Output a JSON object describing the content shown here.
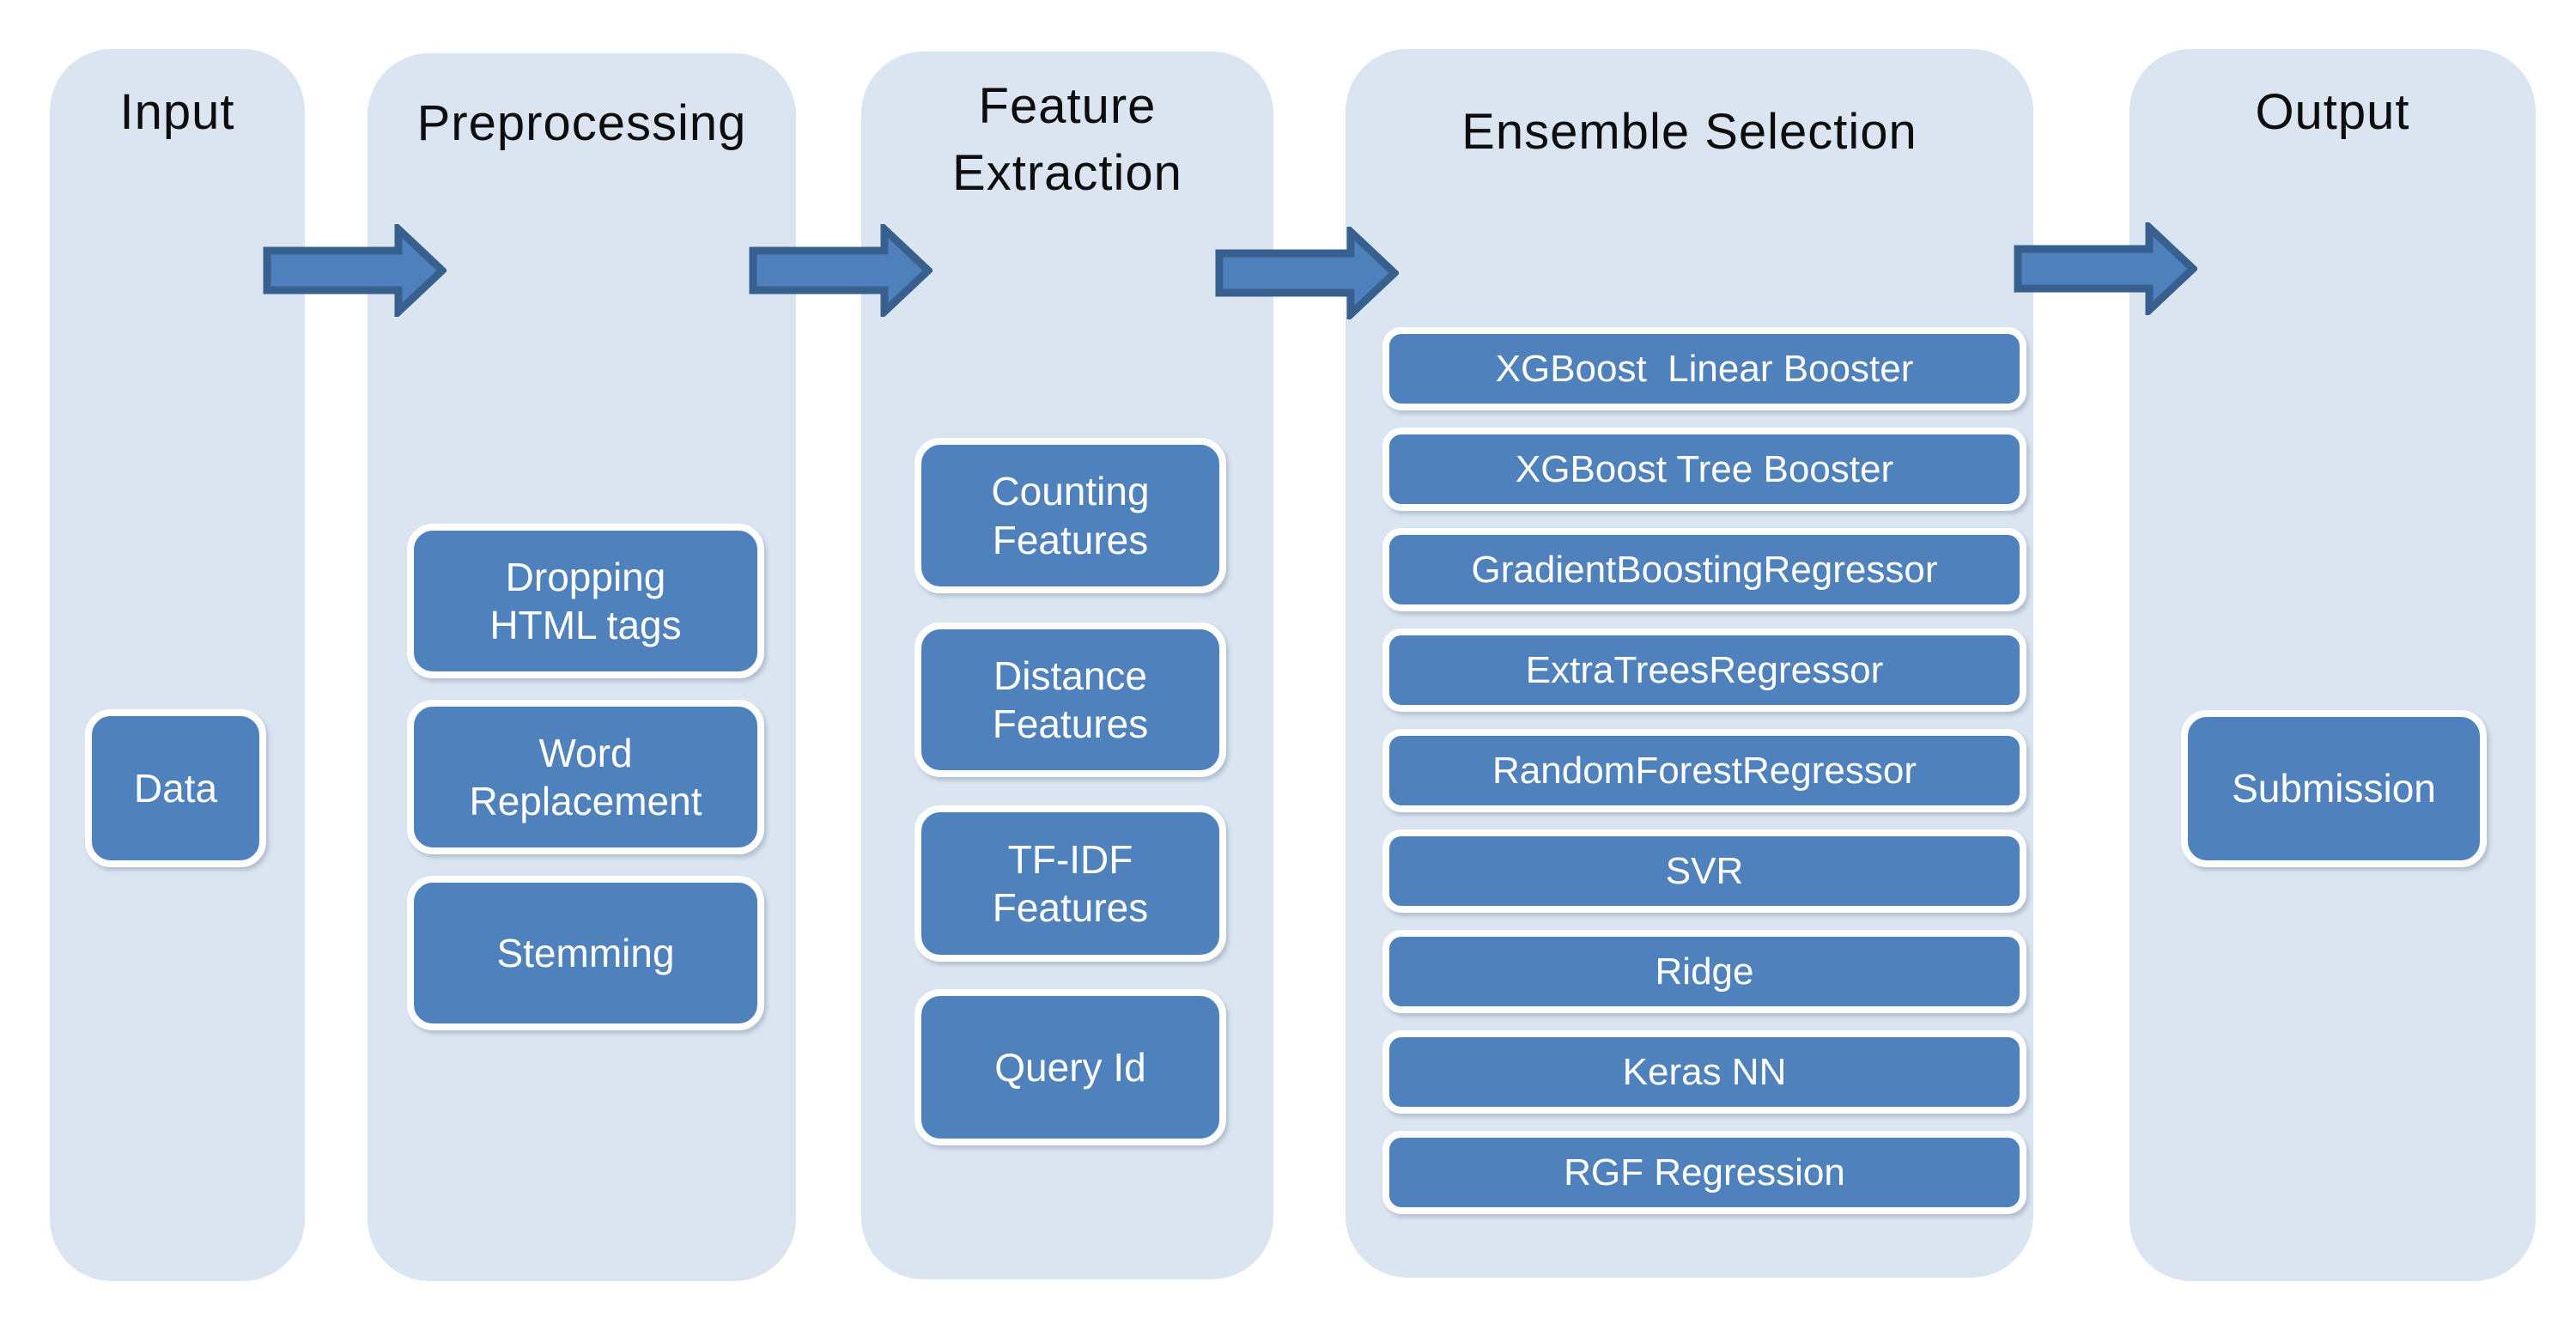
{
  "colors": {
    "canvas-bg": "#ffffff",
    "column-bg": "#dbe5f1",
    "node-blue": "#4f81bd",
    "node-border": "#ffffff",
    "arrow-fill": "#4e80bc",
    "arrow-border": "#38608f",
    "title-color": "#0d0d0d",
    "node-text": "#ffffff"
  },
  "diagram": {
    "columns": [
      {
        "title": "Input",
        "items": [
          "Data"
        ]
      },
      {
        "title": "Preprocessing",
        "items": [
          "Dropping\nHTML tags",
          "Word\nReplacement",
          "Stemming"
        ]
      },
      {
        "title": "Feature\nExtraction",
        "items": [
          "Counting\nFeatures",
          "Distance\nFeatures",
          "TF-IDF\nFeatures",
          "Query Id"
        ]
      },
      {
        "title": "Ensemble Selection",
        "items": [
          "XGBoost  Linear Booster",
          "XGBoost Tree Booster",
          "GradientBoostingRegressor",
          "ExtraTreesRegressor",
          "RandomForestRegressor",
          "SVR",
          "Ridge",
          "Keras NN",
          "RGF Regression"
        ]
      },
      {
        "title": "Output",
        "items": [
          "Submission"
        ]
      }
    ]
  }
}
